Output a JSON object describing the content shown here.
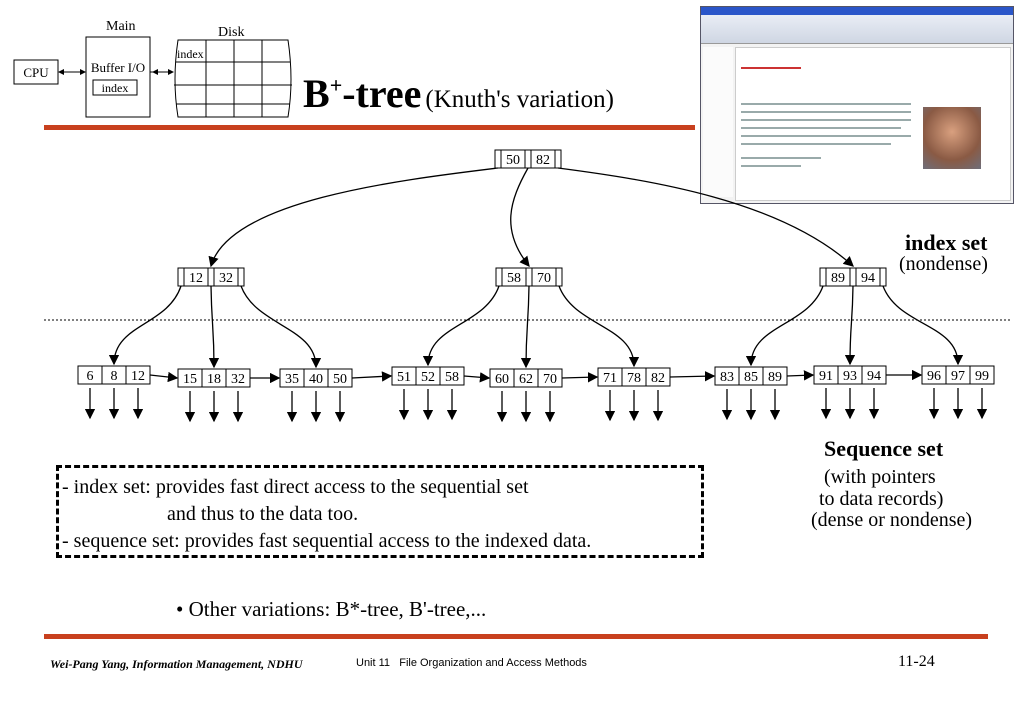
{
  "title": {
    "main": "B",
    "sup": "+",
    "rest": "-tree",
    "subtitle": "(Knuth's variation)"
  },
  "topleft": {
    "main": "Main",
    "disk": "Disk",
    "cpu": "CPU",
    "buffer": "Buffer I/O",
    "index_inner": "index",
    "disk_index": "index"
  },
  "root": [
    "50",
    "82"
  ],
  "index_nodes": [
    [
      "12",
      "32"
    ],
    [
      "58",
      "70"
    ],
    [
      "89",
      "94"
    ]
  ],
  "leaves": [
    [
      "6",
      "8",
      "12"
    ],
    [
      "15",
      "18",
      "32"
    ],
    [
      "35",
      "40",
      "50"
    ],
    [
      "51",
      "52",
      "58"
    ],
    [
      "60",
      "62",
      "70"
    ],
    [
      "71",
      "78",
      "82"
    ],
    [
      "83",
      "85",
      "89"
    ],
    [
      "91",
      "93",
      "94"
    ],
    [
      "96",
      "97",
      "99"
    ]
  ],
  "labels": {
    "index_set": "index set",
    "nondense": "(nondense)",
    "sequence_set": "Sequence set",
    "with_pointers": "(with pointers",
    "to_data": "to data records)",
    "dense": "(dense or nondense)"
  },
  "notes": {
    "line1": "- index set: provides fast direct access to the sequential set",
    "line2": "and thus to the data too.",
    "line3": "- sequence set: provides fast sequential access to the indexed data."
  },
  "bullet": "Other variations: B*-tree, B'-tree,...",
  "footer": {
    "left": "Wei-Pang Yang, Information Management, NDHU",
    "unit": "Unit 11",
    "unit_title": "File Organization and Access Methods",
    "page": "11-24"
  },
  "colors": {
    "accent_bar": "#c8401e"
  }
}
